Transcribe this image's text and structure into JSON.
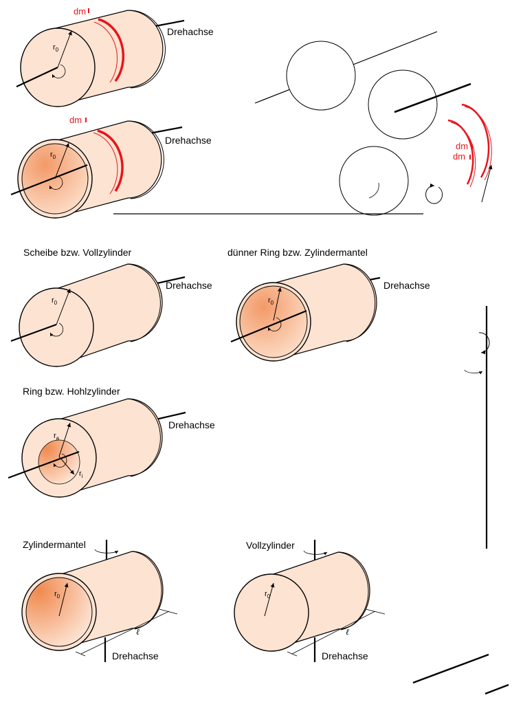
{
  "labels": {
    "axis": "Drehachse",
    "dm": "dm",
    "r": "r",
    "sub_0": "0",
    "sub_a": "a",
    "sub_i": "i",
    "length": "ℓ"
  },
  "titles": {
    "disk": "Scheibe bzw. Vollzylinder",
    "thin_ring": "dünner Ring bzw. Zylindermantel",
    "hollow": "Ring bzw. Hohlzylinder",
    "shell": "Zylindermantel",
    "solid": "Vollzylinder"
  },
  "colors": {
    "body": "#fde3d2",
    "face_dark": "#f3a070",
    "red": "#e8141b",
    "stroke": "#000000"
  }
}
